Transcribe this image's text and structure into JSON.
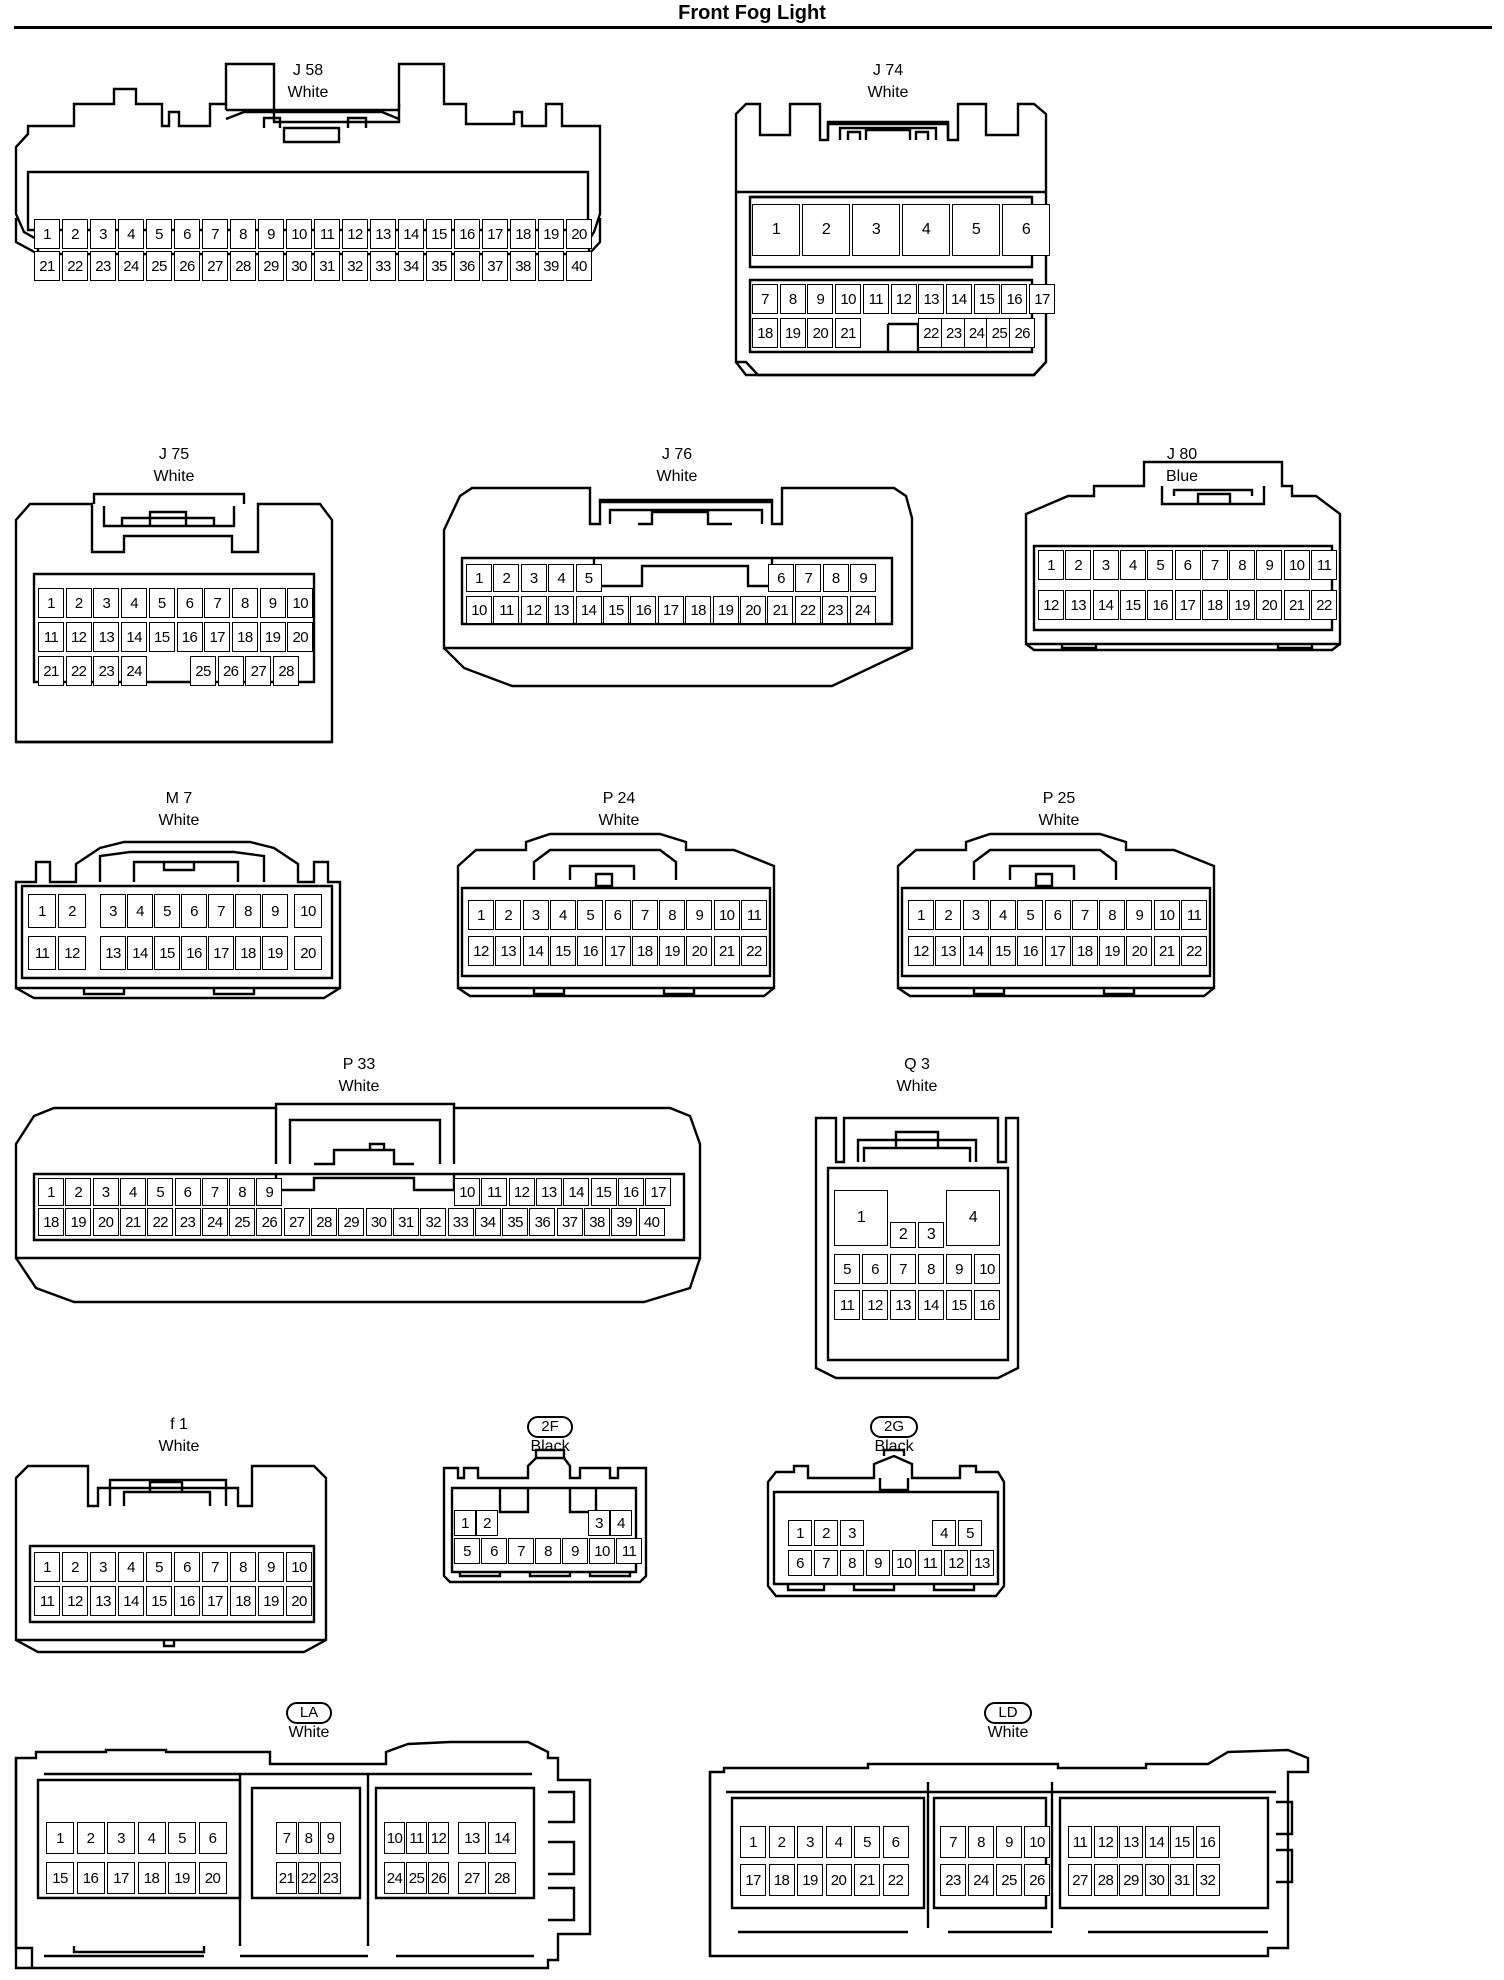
{
  "page": {
    "title": "Front Fog Light"
  },
  "connectors": [
    {
      "key": "j58",
      "id": "J 58",
      "color": "White",
      "badge": false,
      "rows": [
        [
          "1",
          "2",
          "3",
          "4",
          "5",
          "6",
          "7",
          "8",
          "9",
          "10",
          "11",
          "12",
          "13",
          "14",
          "15",
          "16",
          "17",
          "18",
          "19",
          "20"
        ],
        [
          "21",
          "22",
          "23",
          "24",
          "25",
          "26",
          "27",
          "28",
          "29",
          "30",
          "31",
          "32",
          "33",
          "34",
          "35",
          "36",
          "37",
          "38",
          "39",
          "40"
        ]
      ]
    },
    {
      "key": "j74",
      "id": "J 74",
      "color": "White",
      "badge": false,
      "rows": [
        [
          "1",
          "2",
          "3",
          "4",
          "5",
          "6"
        ],
        [
          "7",
          "8",
          "9",
          "10",
          "11",
          "12",
          "13",
          "14",
          "15",
          "16",
          "17"
        ],
        [
          "18",
          "19",
          "20",
          "21",
          "",
          "22",
          "23",
          "24",
          "25",
          "26"
        ]
      ]
    },
    {
      "key": "j75",
      "id": "J 75",
      "color": "White",
      "badge": false,
      "rows": [
        [
          "1",
          "2",
          "3",
          "4",
          "5",
          "6",
          "7",
          "8",
          "9",
          "10"
        ],
        [
          "11",
          "12",
          "13",
          "14",
          "15",
          "16",
          "17",
          "18",
          "19",
          "20"
        ],
        [
          "21",
          "22",
          "23",
          "24",
          "",
          "",
          "25",
          "26",
          "27",
          "28"
        ]
      ]
    },
    {
      "key": "j76",
      "id": "J 76",
      "color": "White",
      "badge": false,
      "rows": [
        [
          "1",
          "2",
          "3",
          "4",
          "5",
          "",
          "",
          "",
          "",
          "",
          "6",
          "7",
          "8",
          "9"
        ],
        [
          "10",
          "11",
          "12",
          "13",
          "14",
          "15",
          "16",
          "17",
          "18",
          "19",
          "20",
          "21",
          "22",
          "23",
          "24"
        ]
      ]
    },
    {
      "key": "j80",
      "id": "J 80",
      "color": "Blue",
      "badge": false,
      "rows": [
        [
          "1",
          "2",
          "3",
          "4",
          "5",
          "6",
          "7",
          "8",
          "9",
          "10",
          "11"
        ],
        [
          "12",
          "13",
          "14",
          "15",
          "16",
          "17",
          "18",
          "19",
          "20",
          "21",
          "22"
        ]
      ]
    },
    {
      "key": "m7",
      "id": "M 7",
      "color": "White",
      "badge": false,
      "rows": [
        [
          "1",
          "2",
          "3",
          "4",
          "5",
          "6",
          "7",
          "8",
          "9",
          "10"
        ],
        [
          "11",
          "12",
          "13",
          "14",
          "15",
          "16",
          "17",
          "18",
          "19",
          "20"
        ]
      ]
    },
    {
      "key": "p24",
      "id": "P 24",
      "color": "White",
      "badge": false,
      "rows": [
        [
          "1",
          "2",
          "3",
          "4",
          "5",
          "6",
          "7",
          "8",
          "9",
          "10",
          "11"
        ],
        [
          "12",
          "13",
          "14",
          "15",
          "16",
          "17",
          "18",
          "19",
          "20",
          "21",
          "22"
        ]
      ]
    },
    {
      "key": "p25",
      "id": "P 25",
      "color": "White",
      "badge": false,
      "rows": [
        [
          "1",
          "2",
          "3",
          "4",
          "5",
          "6",
          "7",
          "8",
          "9",
          "10",
          "11"
        ],
        [
          "12",
          "13",
          "14",
          "15",
          "16",
          "17",
          "18",
          "19",
          "20",
          "21",
          "22"
        ]
      ]
    },
    {
      "key": "p33",
      "id": "P 33",
      "color": "White",
      "badge": false,
      "rows": [
        [
          "1",
          "2",
          "3",
          "4",
          "5",
          "6",
          "7",
          "8",
          "9",
          "10",
          "11",
          "12",
          "13",
          "14",
          "15",
          "16",
          "17"
        ],
        [
          "18",
          "19",
          "20",
          "21",
          "22",
          "23",
          "24",
          "25",
          "26",
          "27",
          "28",
          "29",
          "30",
          "31",
          "32",
          "33",
          "34",
          "35",
          "36",
          "37",
          "38",
          "39",
          "40"
        ]
      ]
    },
    {
      "key": "q3",
      "id": "Q 3",
      "color": "White",
      "badge": false,
      "rows": [
        [
          "1",
          "2",
          "3",
          "4"
        ],
        [
          "5",
          "6",
          "7",
          "8",
          "9",
          "10"
        ],
        [
          "11",
          "12",
          "13",
          "14",
          "15",
          "16"
        ]
      ]
    },
    {
      "key": "f1",
      "id": "f 1",
      "color": "White",
      "badge": false,
      "rows": [
        [
          "1",
          "2",
          "3",
          "4",
          "5",
          "6",
          "7",
          "8",
          "9",
          "10"
        ],
        [
          "11",
          "12",
          "13",
          "14",
          "15",
          "16",
          "17",
          "18",
          "19",
          "20"
        ]
      ]
    },
    {
      "key": "c2f",
      "id": "2F",
      "color": "Black",
      "badge": true,
      "rows": [
        [
          "1",
          "2",
          "3",
          "4"
        ],
        [
          "5",
          "6",
          "7",
          "8",
          "9",
          "10",
          "11"
        ]
      ]
    },
    {
      "key": "c2g",
      "id": "2G",
      "color": "Black",
      "badge": true,
      "rows": [
        [
          "1",
          "2",
          "3",
          "4",
          "5"
        ],
        [
          "6",
          "7",
          "8",
          "9",
          "10",
          "11",
          "12",
          "13"
        ]
      ]
    },
    {
      "key": "cla",
      "id": "LA",
      "color": "White",
      "badge": true,
      "rows": [
        [
          "1",
          "2",
          "3",
          "4",
          "5",
          "6",
          "7",
          "8",
          "9",
          "10",
          "11",
          "12",
          "13",
          "14"
        ],
        [
          "15",
          "16",
          "17",
          "18",
          "19",
          "20",
          "21",
          "22",
          "23",
          "24",
          "25",
          "26",
          "27",
          "28"
        ]
      ]
    },
    {
      "key": "cld",
      "id": "LD",
      "color": "White",
      "badge": true,
      "rows": [
        [
          "1",
          "2",
          "3",
          "4",
          "5",
          "6",
          "7",
          "8",
          "9",
          "10",
          "11",
          "12",
          "13",
          "14",
          "15",
          "16"
        ],
        [
          "17",
          "18",
          "19",
          "20",
          "21",
          "22",
          "23",
          "24",
          "25",
          "26",
          "27",
          "28",
          "29",
          "30",
          "31",
          "32"
        ]
      ]
    }
  ]
}
